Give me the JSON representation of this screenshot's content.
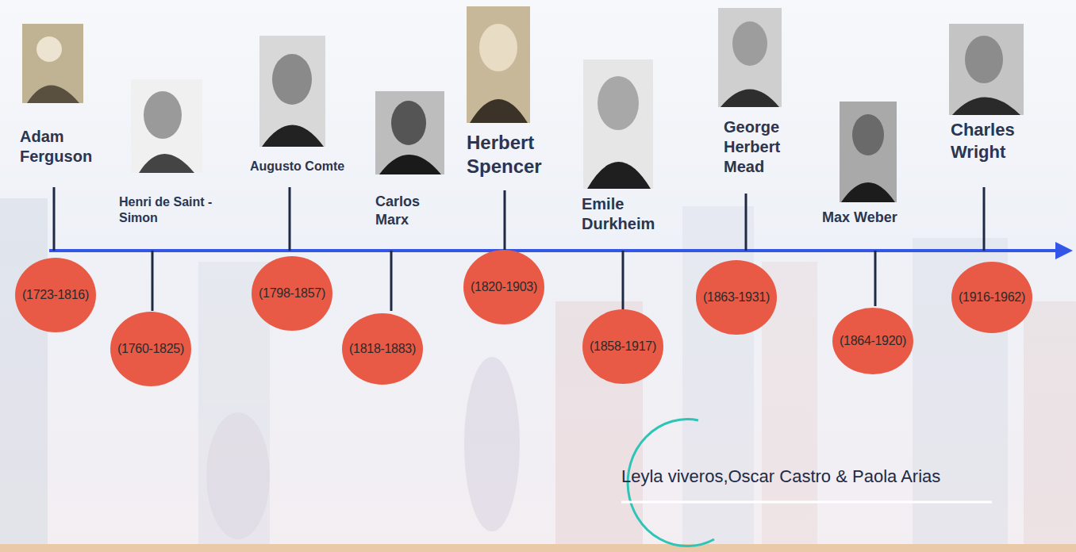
{
  "diagram": {
    "nodes": [
      {
        "text": [
          "Adam Ferguson",
          "(1723-1816)"
        ]
      },
      {
        "text": [
          "Henri de Saint - Simon",
          "(1760-1825)"
        ]
      },
      {
        "text": [
          "Augusto Comte",
          "(1798-1857)"
        ]
      },
      {
        "text": [
          "Carlos Marx",
          "(1818-1883)"
        ]
      },
      {
        "text": [
          "Herbert Spencer",
          "(1820-1903)"
        ]
      },
      {
        "text": [
          "Emile Durkheim",
          "(1858-1917)"
        ]
      },
      {
        "text": [
          "George Herbert Mead",
          "(1863-1931)"
        ]
      },
      {
        "text": [
          "Max Weber",
          "(1864-1920)"
        ]
      },
      {
        "text": [
          "Charles Wright",
          "(1916-1962)"
        ]
      }
    ],
    "labels": [
      "Leyla viveros,Oscar Castro & Paola Arias"
    ]
  }
}
